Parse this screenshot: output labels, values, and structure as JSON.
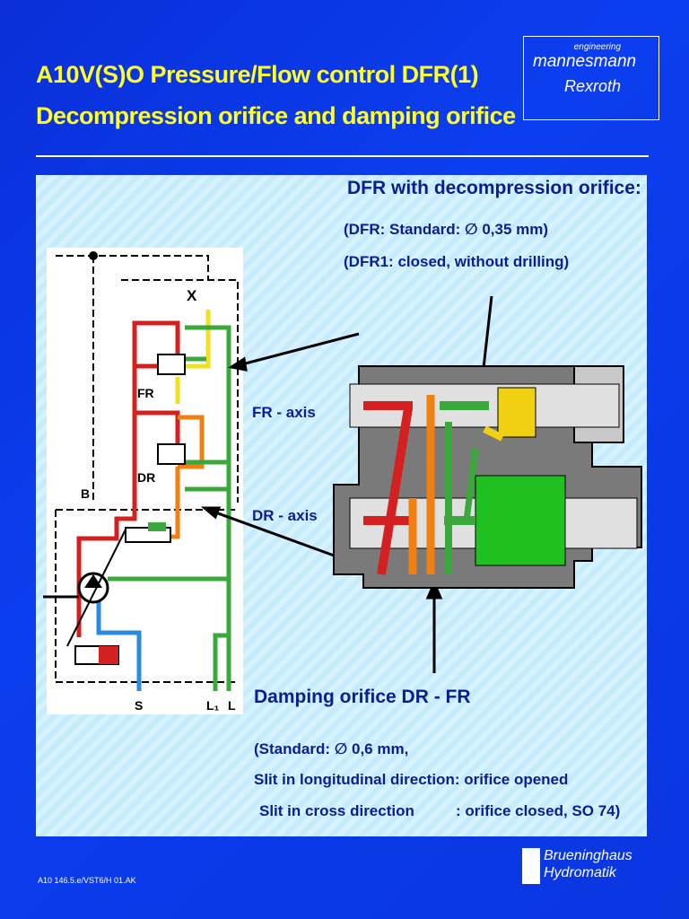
{
  "title": {
    "line1": "A10V(S)O Pressure/Flow control DFR(1)",
    "line2": "Decompression orifice and damping orifice"
  },
  "logo": {
    "tagline": "engineering",
    "brand": "mannesmann",
    "sub": "Rexroth"
  },
  "annotations": {
    "dfr_heading": "DFR with decompression orifice:",
    "dfr_standard": "(DFR: Standard: ∅ 0,35 mm)",
    "dfr1_closed": "(DFR1: closed, without drilling)",
    "fr_axis": "FR - axis",
    "dr_axis": "DR - axis",
    "damping_heading": "Damping orifice DR - FR",
    "damping_standard": "(Standard: ∅ 0,6 mm,",
    "slit_long": "Slit in longitudinal direction: orifice opened",
    "slit_cross": "Slit in cross direction",
    "slit_cross_result": ": orifice closed, SO 74)"
  },
  "schematic_labels": {
    "x": "X",
    "fr": "FR",
    "dr": "DR",
    "b": "B",
    "s": "S",
    "l1": "L₁",
    "l": "L"
  },
  "footer": {
    "code": "A10 146.5.e/VST6/H 01.AK"
  },
  "brand2": {
    "line1": "Brueninghaus",
    "line2": "Hydromatik"
  },
  "colors": {
    "background": "#0a36e0",
    "title": "#ffff2a",
    "text": "#0a1f8f",
    "red": "#d42020",
    "green": "#3aa83a",
    "yellow": "#f0e020",
    "orange": "#f08010",
    "blue": "#2a8ae0"
  }
}
